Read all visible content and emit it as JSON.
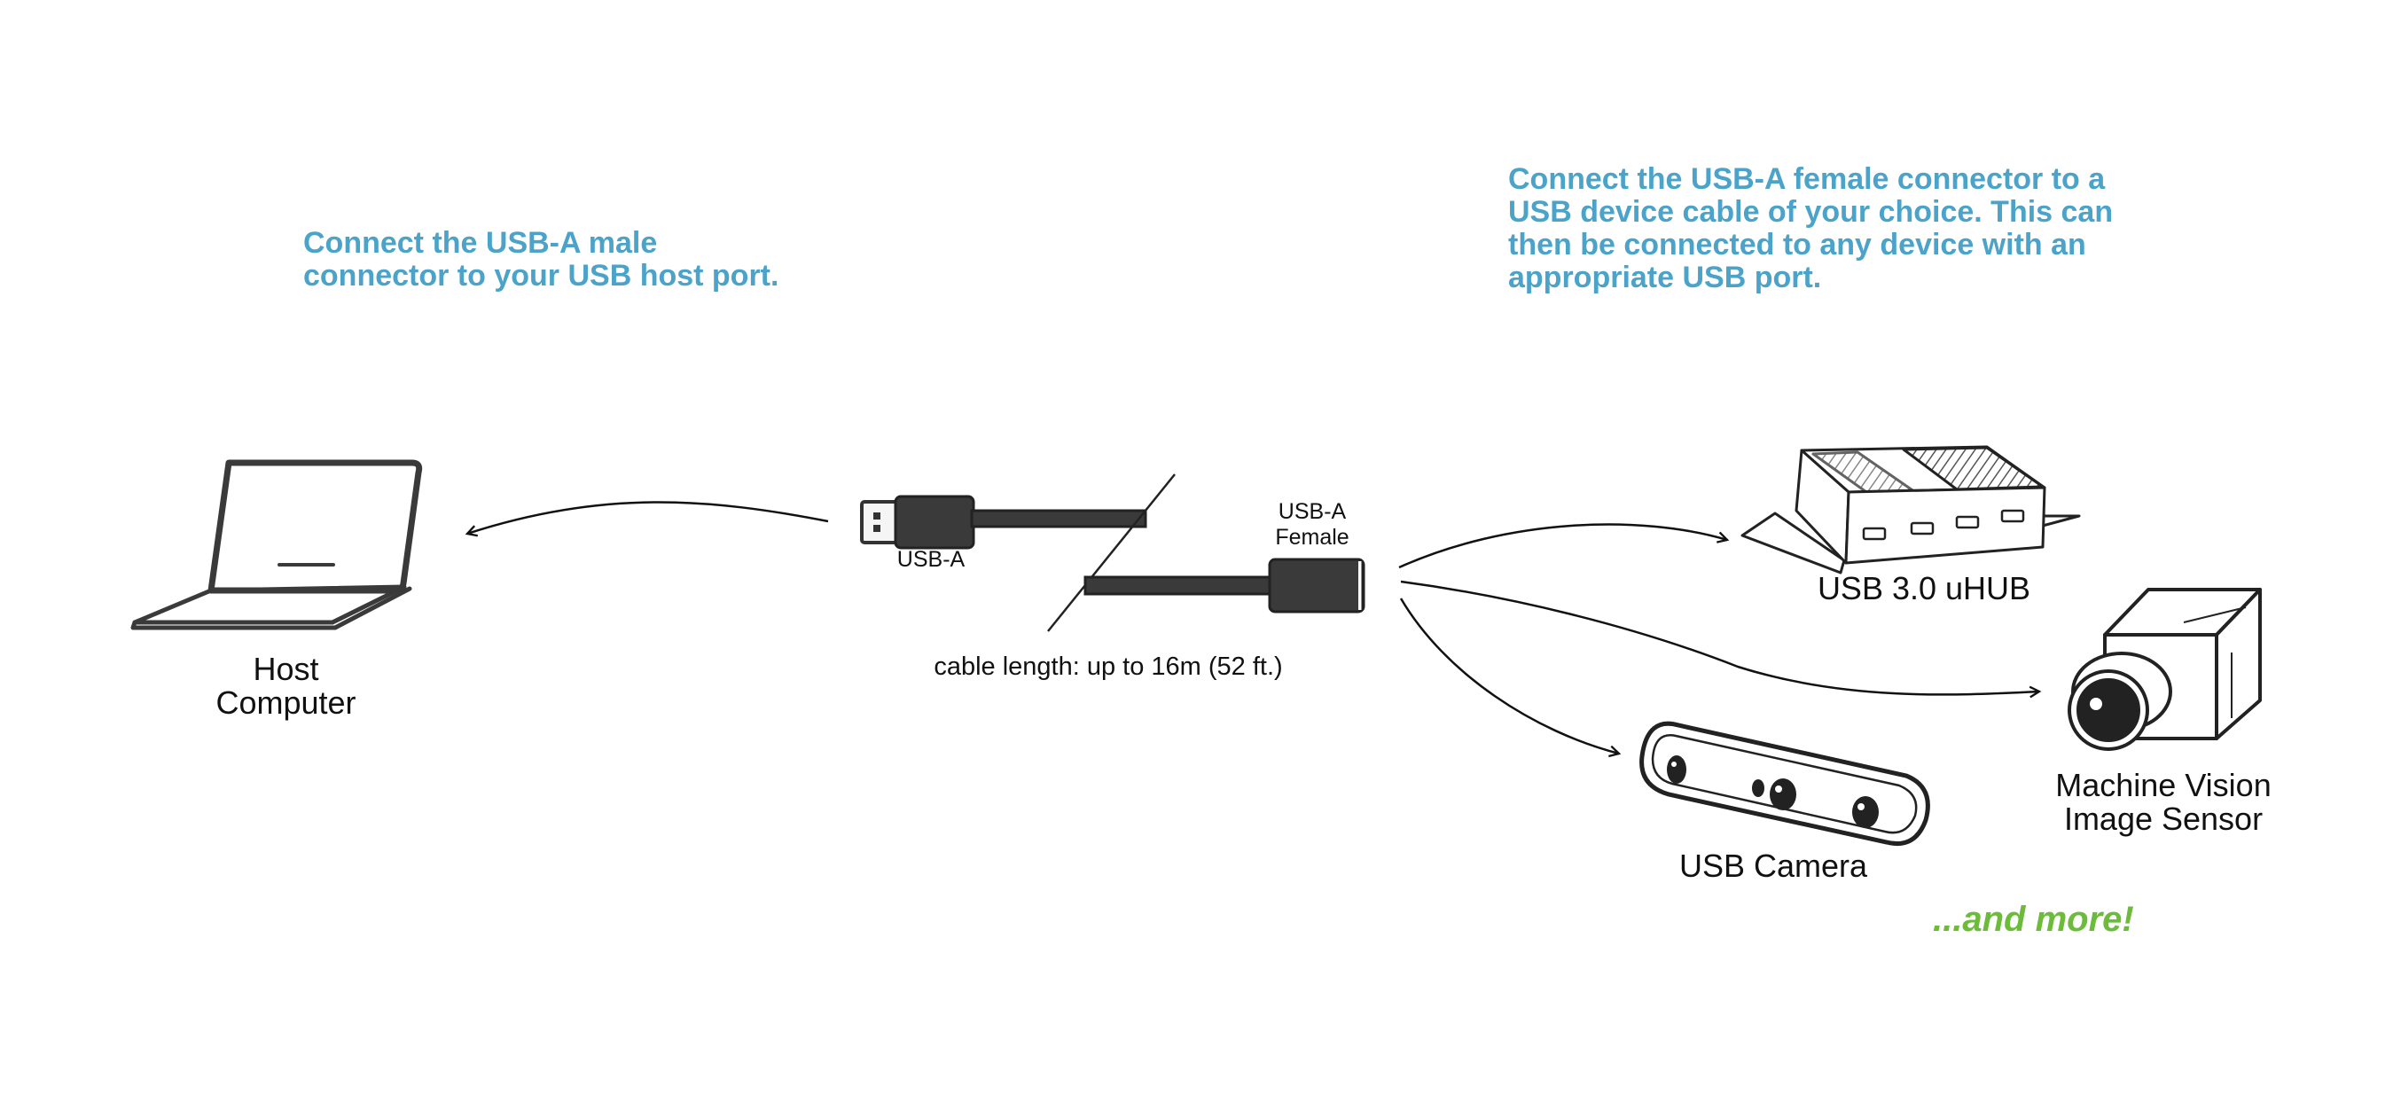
{
  "notes": {
    "left": "Connect the USB-A male\nconnector to your USB host port.",
    "right": "Connect the USB-A female connector to a\nUSB device cable of your choice.  This can\nthen be connected to any device with an\nappropriate USB port."
  },
  "devices": {
    "host": "Host\nComputer",
    "hub": "USB 3.0 uHUB",
    "camera": "USB Camera",
    "sensor": "Machine Vision\nImage Sensor"
  },
  "cable": {
    "male_label": "USB-A",
    "female_label": "USB-A\nFemale",
    "length": "cable length: up to 16m (52 ft.)"
  },
  "more": "...and more!",
  "colors": {
    "note_blue": "#4ba3c9",
    "more_green": "#6dbb3a",
    "outline": "#3a3a3a",
    "cable": "#333333"
  }
}
